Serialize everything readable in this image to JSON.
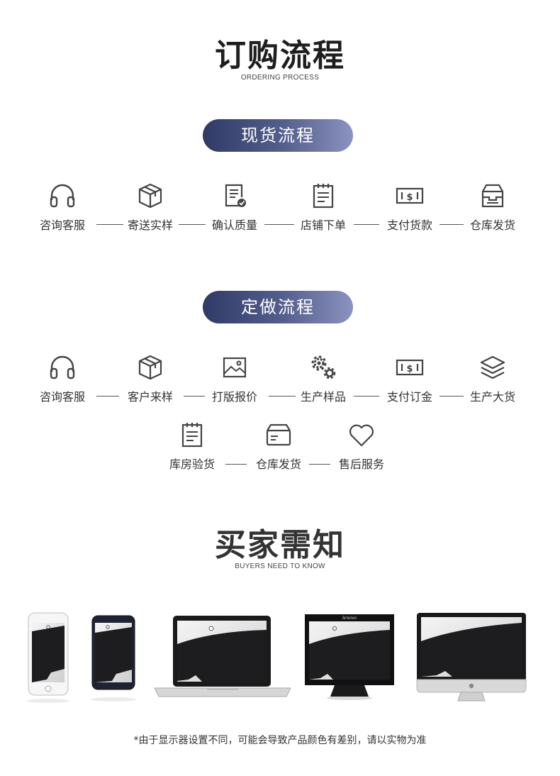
{
  "ordering": {
    "title": "订购流程",
    "subtitle": "ORDERING PROCESS"
  },
  "stock_process": {
    "heading": "现货流程",
    "steps": [
      {
        "label": "咨询客服",
        "icon": "headphones-icon"
      },
      {
        "label": "寄送实样",
        "icon": "package-box-icon"
      },
      {
        "label": "确认质量",
        "icon": "check-document-icon"
      },
      {
        "label": "店铺下单",
        "icon": "order-clipboard-icon"
      },
      {
        "label": "支付货款",
        "icon": "dollar-bill-icon"
      },
      {
        "label": "仓库发货",
        "icon": "warehouse-box-icon"
      }
    ]
  },
  "custom_process": {
    "heading": "定做流程",
    "steps": [
      {
        "label": "咨询客服",
        "icon": "headphones-icon"
      },
      {
        "label": "客户来样",
        "icon": "package-box-icon"
      },
      {
        "label": "打版报价",
        "icon": "image-icon"
      },
      {
        "label": "生产样品",
        "icon": "gears-icon"
      },
      {
        "label": "支付订金",
        "icon": "dollar-bill-icon"
      },
      {
        "label": "生产大货",
        "icon": "layers-icon"
      },
      {
        "label": "库房验货",
        "icon": "order-clipboard-icon"
      },
      {
        "label": "仓库发货",
        "icon": "open-box-icon"
      },
      {
        "label": "售后服务",
        "icon": "heart-icon"
      }
    ]
  },
  "buyers": {
    "title": "买家需知",
    "subtitle": "BUYERS NEED TO KNOW",
    "monitor_brand": "lenovo",
    "note": "*由于显示器设置不同，可能会导致产品颜色有差别，请以实物为准"
  }
}
